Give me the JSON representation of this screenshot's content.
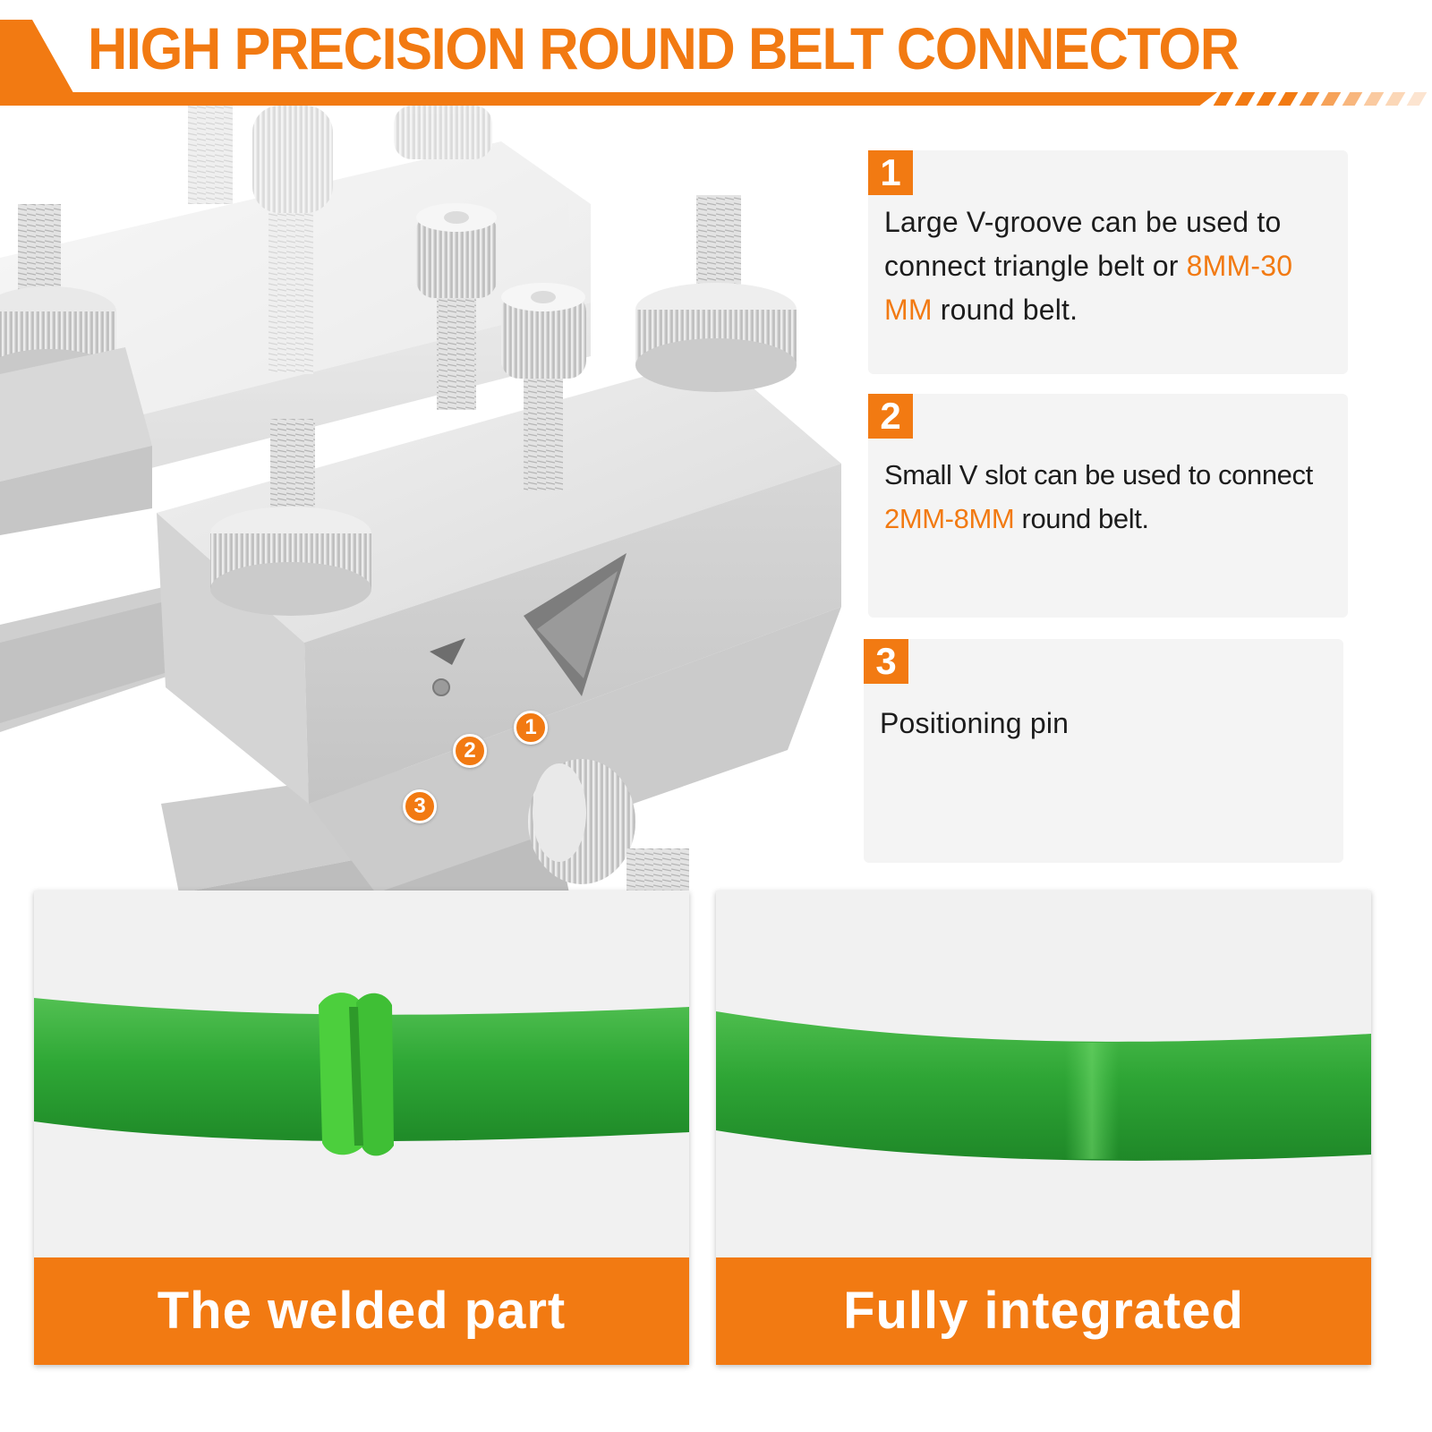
{
  "header": {
    "title": "HIGH PRECISION ROUND BELT CONNECTOR"
  },
  "colors": {
    "accent": "#f27a12",
    "belt_green": "#3dbb3d",
    "card_bg": "#f4f4f4",
    "metal": "#dedede"
  },
  "callouts": [
    "1",
    "2",
    "3"
  ],
  "features": [
    {
      "number": "1",
      "text_before": "Large V-groove can be used to connect triangle belt or ",
      "highlight": "8MM-30 MM",
      "text_after": " round belt."
    },
    {
      "number": "2",
      "text_before": "Small V slot can be used to connect ",
      "highlight": "2MM-8MM",
      "text_after": " round belt."
    },
    {
      "number": "3",
      "text": "Positioning pin"
    }
  ],
  "panels": [
    {
      "label": "The welded part"
    },
    {
      "label": "Fully integrated"
    }
  ],
  "icons": {
    "connector": "belt-connector-tool-icon",
    "welded_belt": "welded-belt-icon",
    "integrated_belt": "integrated-belt-icon"
  }
}
